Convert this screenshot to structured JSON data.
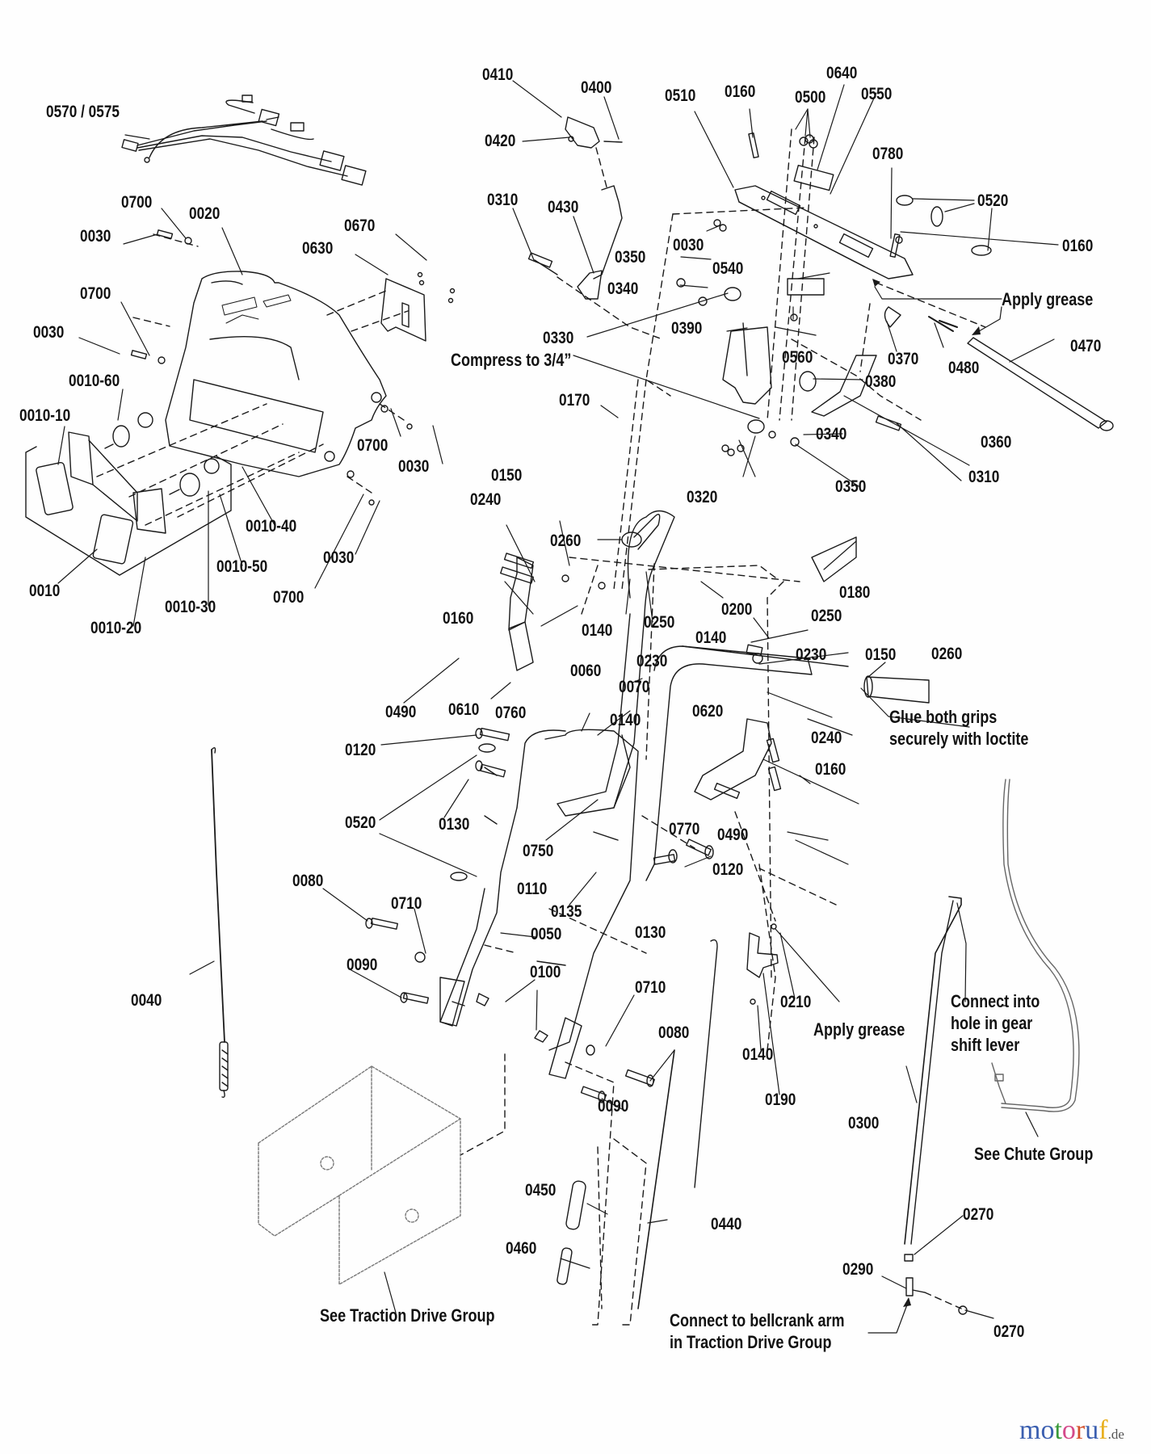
{
  "diagram": {
    "type": "exploded-parts-diagram",
    "subject": "snow thrower handle, dash panel and control linkage assembly"
  },
  "part_labels": [
    {
      "id": "0570/0575",
      "text": "0570 / 0575"
    },
    {
      "id": "0700a",
      "text": "0700"
    },
    {
      "id": "0020",
      "text": "0020"
    },
    {
      "id": "0030a",
      "text": "0030"
    },
    {
      "id": "0670",
      "text": "0670"
    },
    {
      "id": "0630",
      "text": "0630"
    },
    {
      "id": "0700b",
      "text": "0700"
    },
    {
      "id": "0030b",
      "text": "0030"
    },
    {
      "id": "0010-60",
      "text": "0010-60"
    },
    {
      "id": "0010-10",
      "text": "0010-10"
    },
    {
      "id": "0700c",
      "text": "0700"
    },
    {
      "id": "0030c",
      "text": "0030"
    },
    {
      "id": "0010-40",
      "text": "0010-40"
    },
    {
      "id": "0030d",
      "text": "0030"
    },
    {
      "id": "0010-50",
      "text": "0010-50"
    },
    {
      "id": "0010",
      "text": "0010"
    },
    {
      "id": "0700d",
      "text": "0700"
    },
    {
      "id": "0010-30",
      "text": "0010-30"
    },
    {
      "id": "0010-20",
      "text": "0010-20"
    },
    {
      "id": "0410",
      "text": "0410"
    },
    {
      "id": "0400",
      "text": "0400"
    },
    {
      "id": "0420",
      "text": "0420"
    },
    {
      "id": "0310a",
      "text": "0310"
    },
    {
      "id": "0430",
      "text": "0430"
    },
    {
      "id": "0510",
      "text": "0510"
    },
    {
      "id": "0160a",
      "text": "0160"
    },
    {
      "id": "0500",
      "text": "0500"
    },
    {
      "id": "0640",
      "text": "0640"
    },
    {
      "id": "0550",
      "text": "0550"
    },
    {
      "id": "0780",
      "text": "0780"
    },
    {
      "id": "0520a",
      "text": "0520"
    },
    {
      "id": "0160b",
      "text": "0160"
    },
    {
      "id": "0030e",
      "text": "0030"
    },
    {
      "id": "0350a",
      "text": "0350"
    },
    {
      "id": "0340a",
      "text": "0340"
    },
    {
      "id": "0540",
      "text": "0540"
    },
    {
      "id": "0330",
      "text": "0330"
    },
    {
      "id": "0390",
      "text": "0390"
    },
    {
      "id": "0560",
      "text": "0560"
    },
    {
      "id": "0370",
      "text": "0370"
    },
    {
      "id": "0480",
      "text": "0480"
    },
    {
      "id": "0470",
      "text": "0470"
    },
    {
      "id": "0380",
      "text": "0380"
    },
    {
      "id": "0170",
      "text": "0170"
    },
    {
      "id": "0340b",
      "text": "0340"
    },
    {
      "id": "0360",
      "text": "0360"
    },
    {
      "id": "0310b",
      "text": "0310"
    },
    {
      "id": "0350b",
      "text": "0350"
    },
    {
      "id": "0320",
      "text": "0320"
    },
    {
      "id": "0150a",
      "text": "0150"
    },
    {
      "id": "0240a",
      "text": "0240"
    },
    {
      "id": "0260a",
      "text": "0260"
    },
    {
      "id": "0180",
      "text": "0180"
    },
    {
      "id": "0160c",
      "text": "0160"
    },
    {
      "id": "0140a",
      "text": "0140"
    },
    {
      "id": "0250a",
      "text": "0250"
    },
    {
      "id": "0200",
      "text": "0200"
    },
    {
      "id": "0250b",
      "text": "0250"
    },
    {
      "id": "0140b",
      "text": "0140"
    },
    {
      "id": "0230a",
      "text": "0230"
    },
    {
      "id": "0150b",
      "text": "0150"
    },
    {
      "id": "0260b",
      "text": "0260"
    },
    {
      "id": "0490a",
      "text": "0490"
    },
    {
      "id": "0610",
      "text": "0610"
    },
    {
      "id": "0230b",
      "text": "0230"
    },
    {
      "id": "0060",
      "text": "0060"
    },
    {
      "id": "0070",
      "text": "0070"
    },
    {
      "id": "0760",
      "text": "0760"
    },
    {
      "id": "0140c",
      "text": "0140"
    },
    {
      "id": "0620",
      "text": "0620"
    },
    {
      "id": "0240b",
      "text": "0240"
    },
    {
      "id": "0160d",
      "text": "0160"
    },
    {
      "id": "0120a",
      "text": "0120"
    },
    {
      "id": "0130a",
      "text": "0130"
    },
    {
      "id": "0770",
      "text": "0770"
    },
    {
      "id": "0490b",
      "text": "0490"
    },
    {
      "id": "0520b",
      "text": "0520"
    },
    {
      "id": "0750",
      "text": "0750"
    },
    {
      "id": "0120b",
      "text": "0120"
    },
    {
      "id": "0110",
      "text": "0110"
    },
    {
      "id": "0135",
      "text": "0135"
    },
    {
      "id": "0130b",
      "text": "0130"
    },
    {
      "id": "0080a",
      "text": "0080"
    },
    {
      "id": "0710a",
      "text": "0710"
    },
    {
      "id": "0050",
      "text": "0050"
    },
    {
      "id": "0090a",
      "text": "0090"
    },
    {
      "id": "0100",
      "text": "0100"
    },
    {
      "id": "0710b",
      "text": "0710"
    },
    {
      "id": "0040",
      "text": "0040"
    },
    {
      "id": "0080b",
      "text": "0080"
    },
    {
      "id": "0140d",
      "text": "0140"
    },
    {
      "id": "0210",
      "text": "0210"
    },
    {
      "id": "0190",
      "text": "0190"
    },
    {
      "id": "0090b",
      "text": "0090"
    },
    {
      "id": "0300",
      "text": "0300"
    },
    {
      "id": "0450",
      "text": "0450"
    },
    {
      "id": "0440",
      "text": "0440"
    },
    {
      "id": "0460",
      "text": "0460"
    },
    {
      "id": "0270a",
      "text": "0270"
    },
    {
      "id": "0290",
      "text": "0290"
    },
    {
      "id": "0270b",
      "text": "0270"
    }
  ],
  "notes": {
    "apply_grease_top": "Apply grease",
    "compress": "Compress to 3/4”",
    "glue_grips_line1": "Glue both grips",
    "glue_grips_line2": "securely with loctite",
    "apply_grease_bottom": "Apply grease",
    "connect_gear_line1": "Connect into",
    "connect_gear_line2": "hole in gear",
    "connect_gear_line3": "shift lever",
    "see_chute": "See Chute Group",
    "see_traction": "See Traction Drive Group",
    "connect_bellcrank_line1": "Connect to bellcrank arm",
    "connect_bellcrank_line2": "in Traction Drive Group"
  },
  "watermark": {
    "letters": [
      "m",
      "o",
      "t",
      "o",
      "r",
      "u",
      "f"
    ],
    "colors": [
      "#3b5fb0",
      "#3b5fb0",
      "#3a9a3a",
      "#d44a8a",
      "#d4502a",
      "#3b5fb0",
      "#e8b020"
    ],
    "tld": ".de"
  }
}
